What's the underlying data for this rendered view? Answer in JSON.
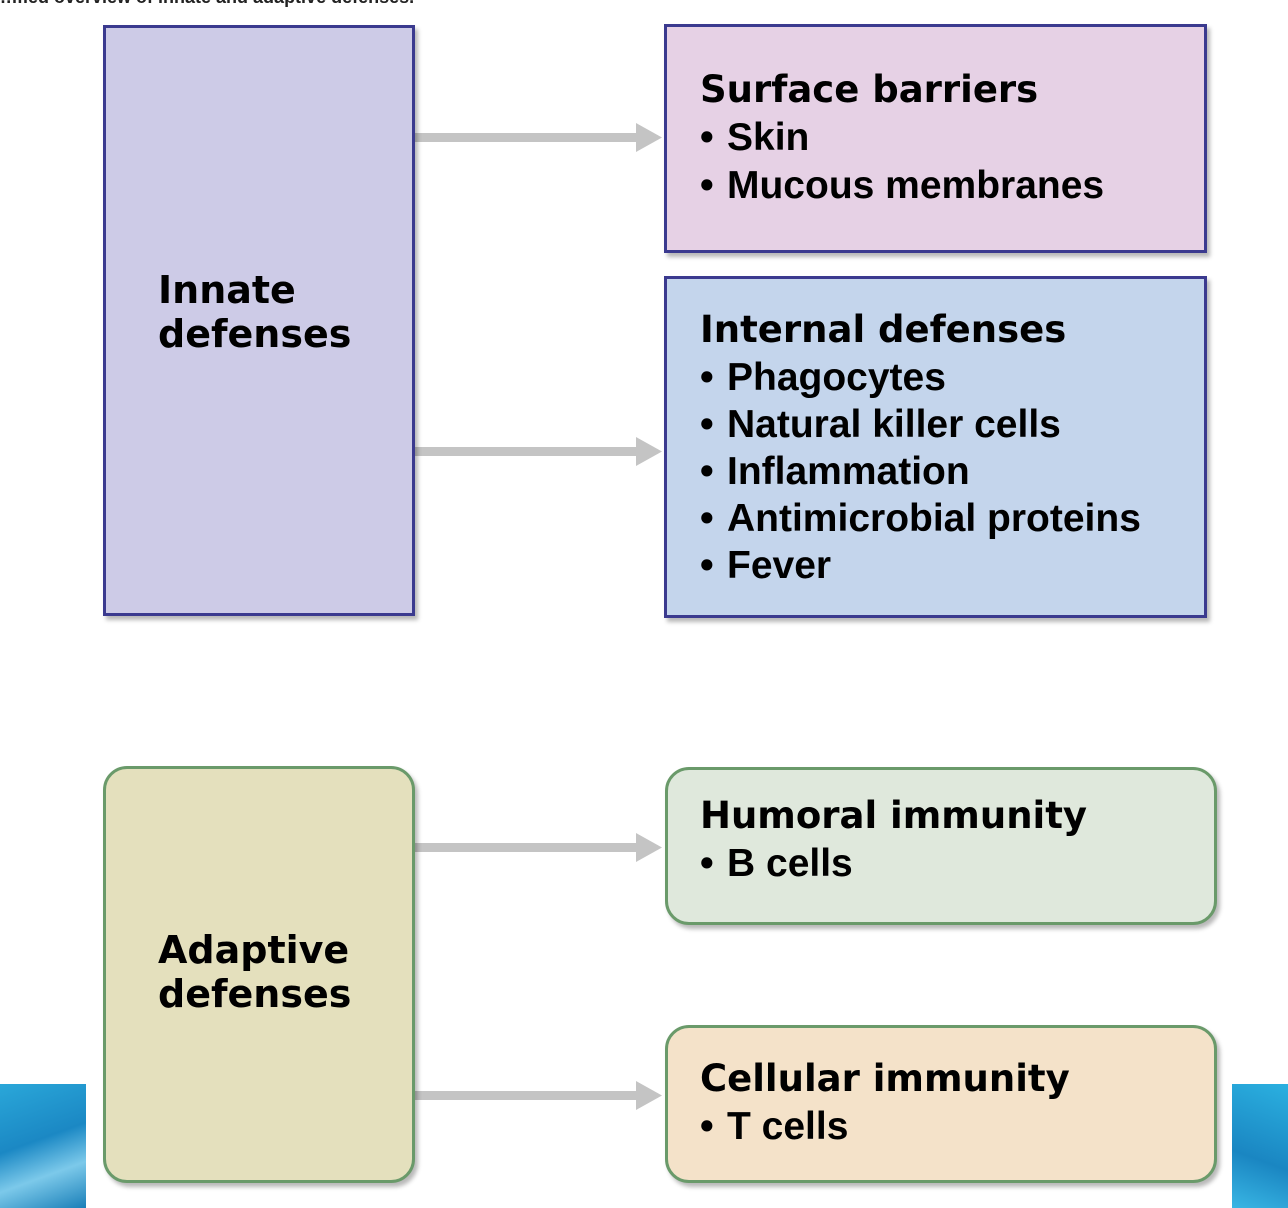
{
  "caption": "…ified overview of innate and adaptive defenses.",
  "innate": {
    "label_line1": "Innate",
    "label_line2": "defenses",
    "surface_barriers": {
      "title": "Surface barriers",
      "items": [
        "Skin",
        "Mucous membranes"
      ]
    },
    "internal_defenses": {
      "title": "Internal defenses",
      "items": [
        "Phagocytes",
        "Natural killer cells",
        "Inflammation",
        "Antimicrobial proteins",
        "Fever"
      ]
    }
  },
  "adaptive": {
    "label_line1": "Adaptive",
    "label_line2": "defenses",
    "humoral_immunity": {
      "title": "Humoral immunity",
      "items": [
        "B cells"
      ]
    },
    "cellular_immunity": {
      "title": "Cellular immunity",
      "items": [
        "T cells"
      ]
    }
  },
  "colors": {
    "innate_box": "#cdcbe7",
    "surface_box": "#e6d1e5",
    "internal_box": "#c4d5ec",
    "adaptive_box": "#e4e0bd",
    "humoral_box": "#dfe8dc",
    "cellular_box": "#f4e2c9",
    "innate_border": "#3b3a8f",
    "adaptive_border": "#6a9a6a",
    "arrow": "#c4c4c4"
  }
}
